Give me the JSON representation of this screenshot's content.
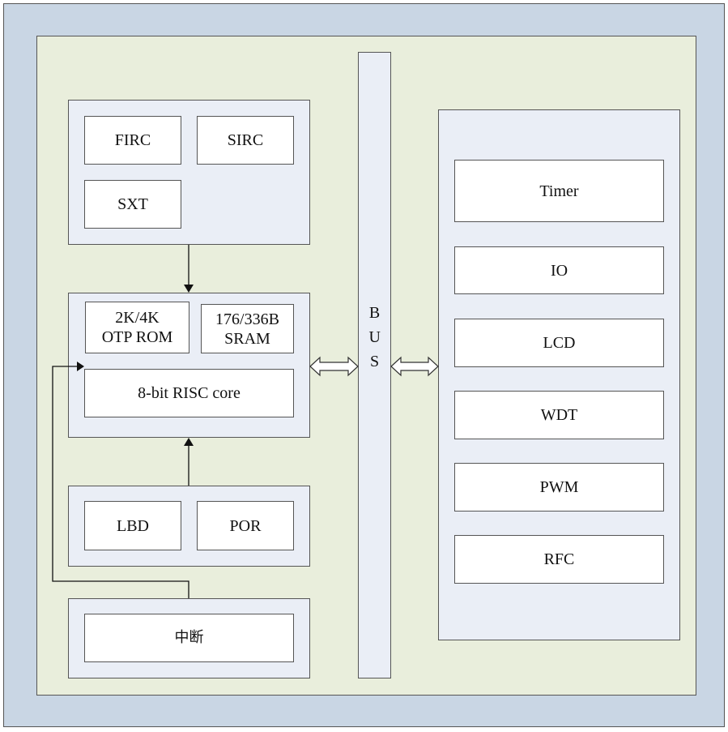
{
  "clock": {
    "firc": "FIRC",
    "sirc": "SIRC",
    "sxt": "SXT"
  },
  "core": {
    "rom_line1": "2K/4K",
    "rom_line2": "OTP ROM",
    "sram_line1": "176/336B",
    "sram_line2": "SRAM",
    "cpu": "8-bit RISC core"
  },
  "reset": {
    "lbd": "LBD",
    "por": "POR"
  },
  "interrupt": {
    "label": "中断"
  },
  "bus": {
    "label": "BUS"
  },
  "peripherals": [
    "Timer",
    "IO",
    "LCD",
    "WDT",
    "PWM",
    "RFC"
  ]
}
